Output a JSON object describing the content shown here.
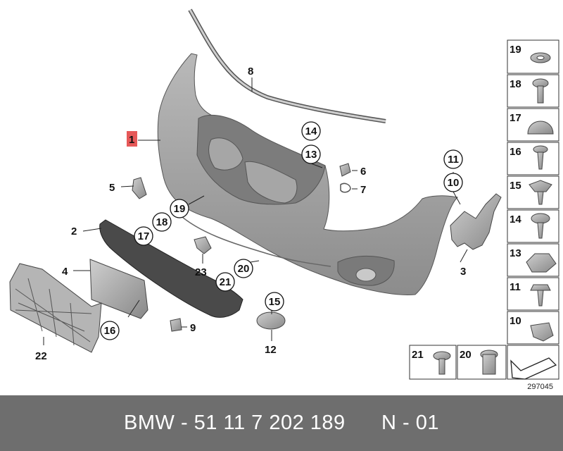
{
  "diagram": {
    "callouts_plain": [
      {
        "id": "c1",
        "label": "1",
        "highlight": true
      },
      {
        "id": "c2",
        "label": "2"
      },
      {
        "id": "c3",
        "label": "3"
      },
      {
        "id": "c4",
        "label": "4"
      },
      {
        "id": "c5",
        "label": "5"
      },
      {
        "id": "c6",
        "label": "6"
      },
      {
        "id": "c7",
        "label": "7"
      },
      {
        "id": "c8",
        "label": "8"
      },
      {
        "id": "c9",
        "label": "9"
      },
      {
        "id": "c12",
        "label": "12"
      },
      {
        "id": "c22",
        "label": "22"
      },
      {
        "id": "c23",
        "label": "23"
      }
    ],
    "callouts_circled": [
      {
        "id": "k14",
        "label": "14"
      },
      {
        "id": "k13",
        "label": "13"
      },
      {
        "id": "k11",
        "label": "11"
      },
      {
        "id": "k10",
        "label": "10"
      },
      {
        "id": "k19",
        "label": "19"
      },
      {
        "id": "k18",
        "label": "18"
      },
      {
        "id": "k17",
        "label": "17"
      },
      {
        "id": "k20",
        "label": "20"
      },
      {
        "id": "k21",
        "label": "21"
      },
      {
        "id": "k15",
        "label": "15"
      },
      {
        "id": "k16",
        "label": "16"
      }
    ],
    "parts_panel": {
      "cells": [
        "19",
        "18",
        "17",
        "16",
        "15",
        "14",
        "13",
        "11",
        "10"
      ],
      "bottom_cells": [
        "21",
        "20"
      ]
    },
    "catalog_number": "297045",
    "highlight_color": "#e23b3b",
    "part_color": "#9a9a9a"
  },
  "footer": {
    "text": "BMW - 51 11 7 202 189      N - 01"
  }
}
